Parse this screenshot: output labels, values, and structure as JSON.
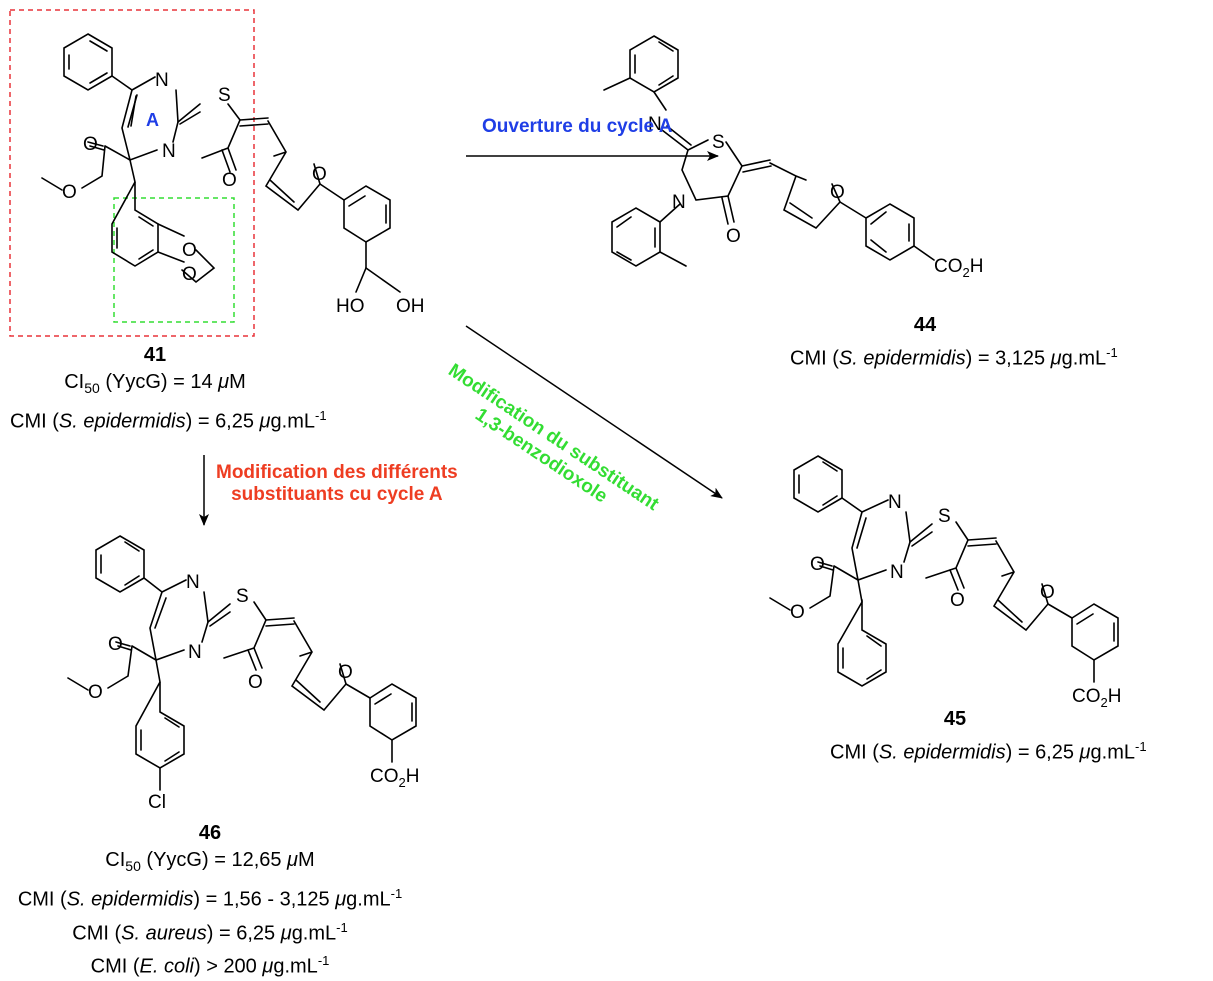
{
  "atoms": {
    "N": "N",
    "S": "S",
    "O": "O",
    "HO": "HO",
    "OH": "OH",
    "Cl": "Cl",
    "ring_label": "A"
  },
  "co2h": {
    "main": "CO",
    "sub": "2",
    "tail": "H"
  },
  "steps": {
    "ouverture": "Ouverture du cycle A",
    "modif_substituants_line1": "Modification des différents",
    "modif_substituants_line2": "substituants cu cycle A",
    "modif_benzodioxole_line1": "Modification du substituant",
    "modif_benzodioxole_line2": "1,3-benzodioxole"
  },
  "colors": {
    "ouverture": "#1f3ee6",
    "modif_substituants": "#ee3d22",
    "modif_benzodioxole": "#33dd33",
    "frame_red": "#e8343a",
    "frame_green": "#33dd33",
    "ring_label": "#1f3ee6"
  },
  "compounds": {
    "c41": {
      "id": "41",
      "ci50": {
        "pre": "CI",
        "sub": "50",
        "post": " (YycG) = 14 ",
        "mu": "μ",
        "unit": "M"
      },
      "cmi": {
        "pre": "CMI (",
        "org": "S. epidermidis",
        "mid": ") = 6,25 ",
        "mu": "μ",
        "unit": "g.mL",
        "exp": "-1"
      }
    },
    "c44": {
      "id": "44",
      "cmi": {
        "pre": "CMI (",
        "org": "S. epidermidis",
        "mid": ") = 3,125 ",
        "mu": "μ",
        "unit": "g.mL",
        "exp": "-1"
      }
    },
    "c45": {
      "id": "45",
      "cmi": {
        "pre": "CMI (",
        "org": "S. epidermidis",
        "mid": ") = 6,25 ",
        "mu": "μ",
        "unit": "g.mL",
        "exp": "-1"
      }
    },
    "c46": {
      "id": "46",
      "ci50": {
        "pre": "CI",
        "sub": "50",
        "post": " (YycG) = 12,65 ",
        "mu": "μ",
        "unit": "M"
      },
      "cmi_epi": {
        "pre": "CMI (",
        "org": "S. epidermidis",
        "mid": ") = 1,56 - 3,125 ",
        "mu": "μ",
        "unit": "g.mL",
        "exp": "-1"
      },
      "cmi_aur": {
        "pre": "CMI (",
        "org": "S. aureus",
        "mid": ") = 6,25 ",
        "mu": "μ",
        "unit": "g.mL",
        "exp": "-1"
      },
      "cmi_coli": {
        "pre": "CMI (",
        "org": "E. coli",
        "mid": ") > 200 ",
        "mu": "μ",
        "unit": "g.mL",
        "exp": "-1"
      }
    }
  }
}
